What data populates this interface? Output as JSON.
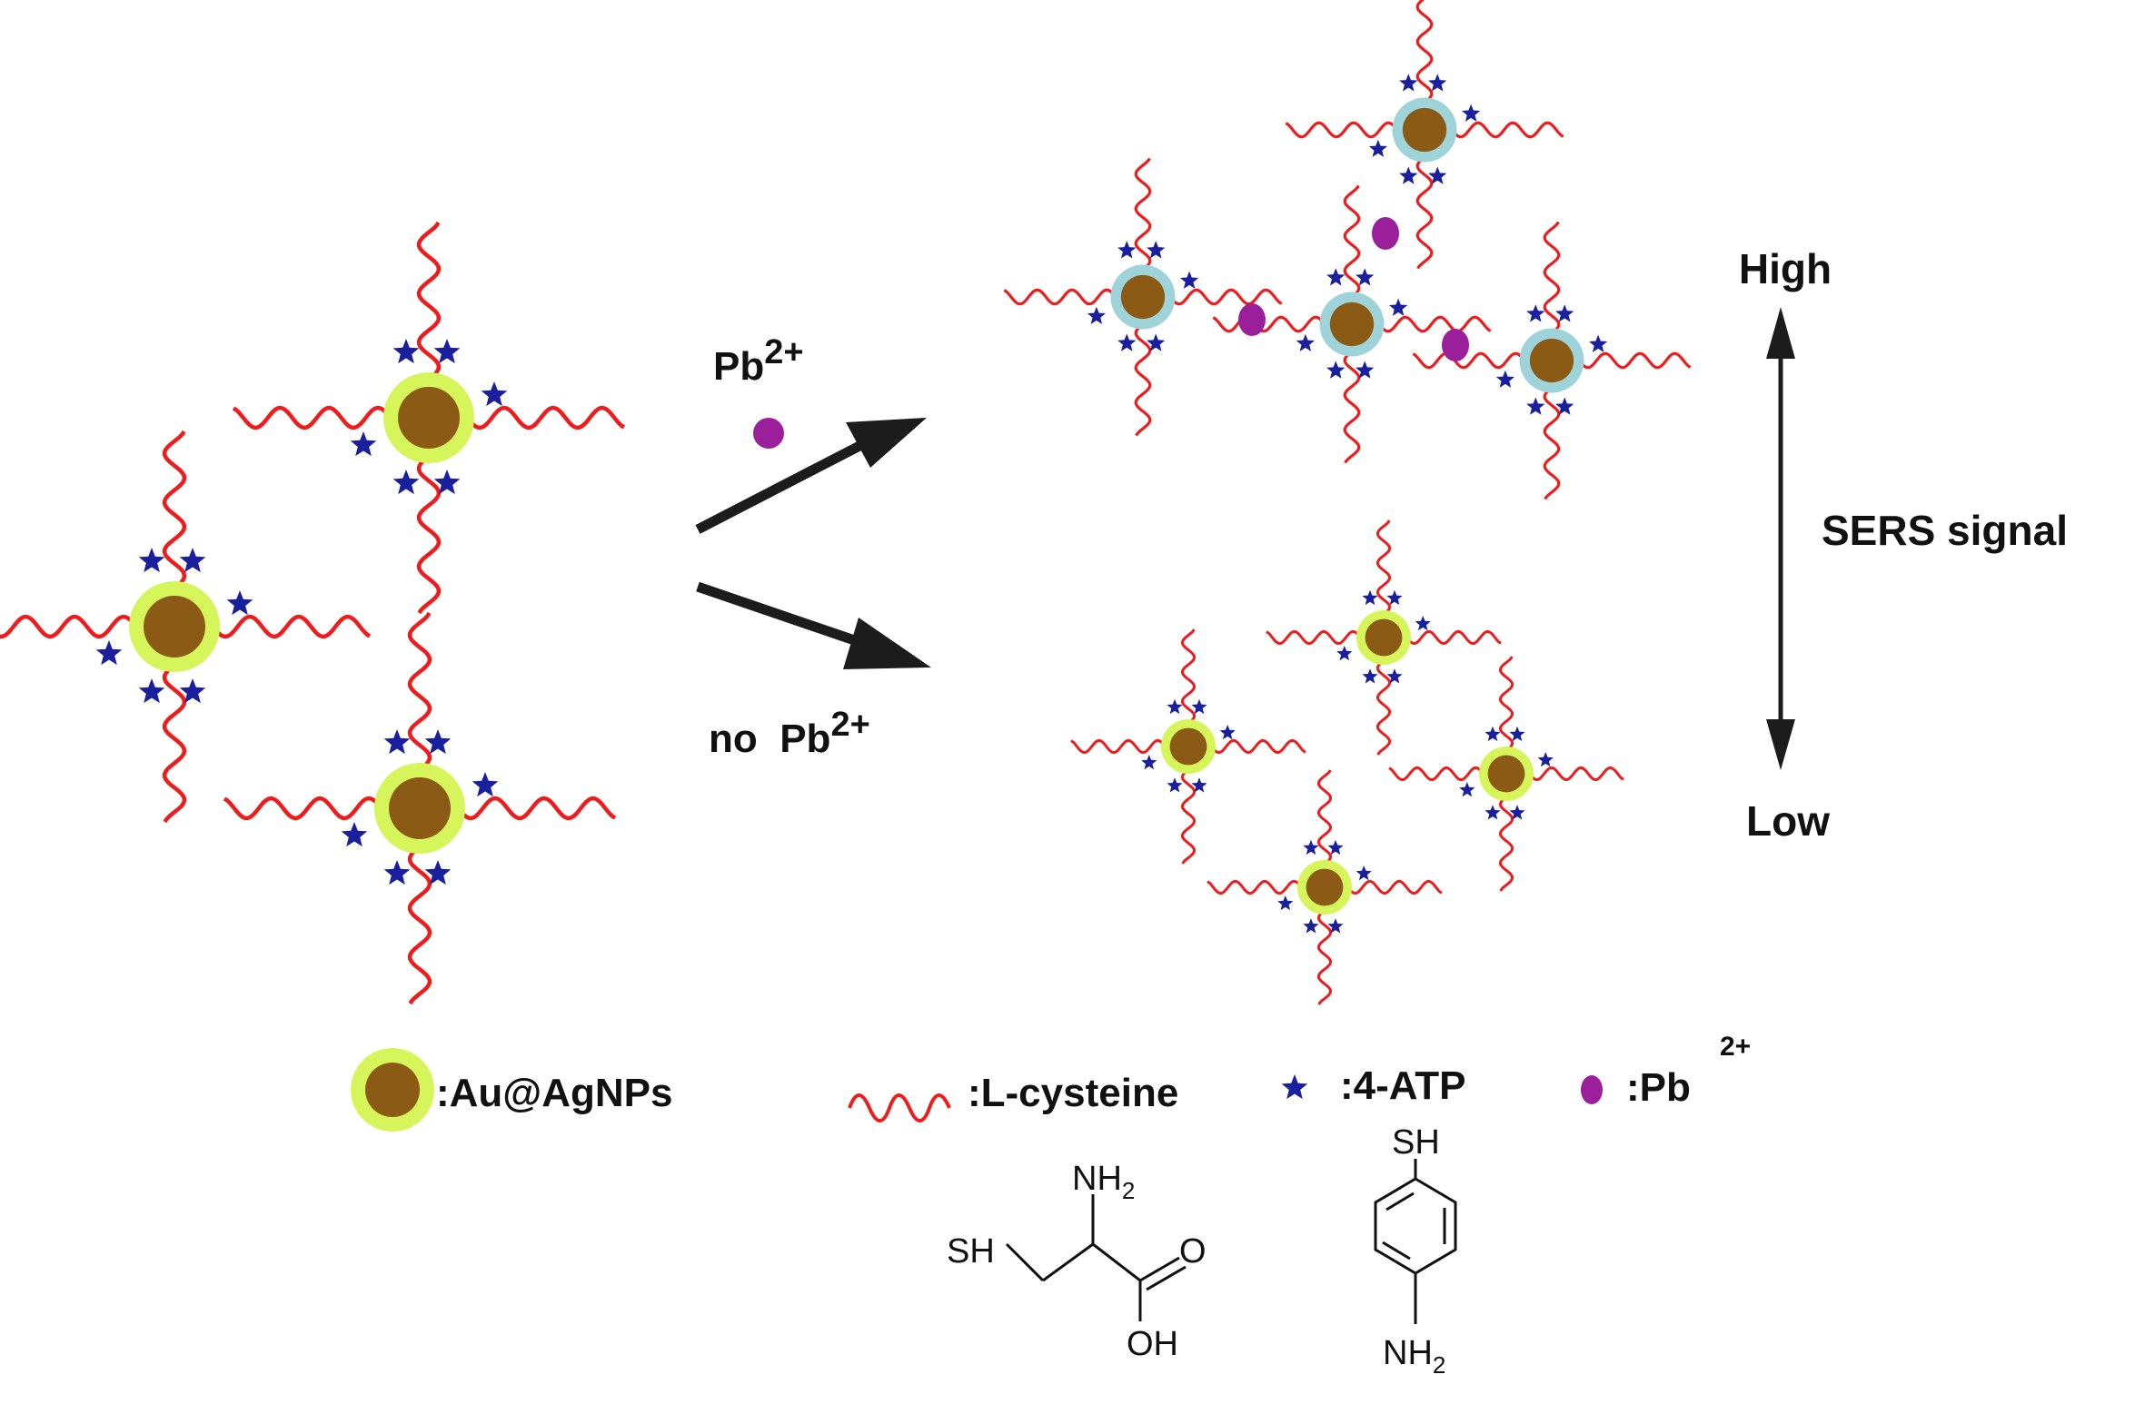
{
  "colors": {
    "core": "#8B5A14",
    "shell_normal": "#D6F55A",
    "shell_aggregated": "#9FD3DA",
    "ligand": "#EE1C1C",
    "star": "#1A1F9E",
    "pb_ion": "#9B1F9B",
    "arrow": "#1c1c1c"
  },
  "reaction": {
    "with_pb": {
      "text": "Pb",
      "superscript": "2+"
    },
    "without_pb": {
      "text": "no  Pb",
      "superscript": "2+"
    }
  },
  "signal": {
    "high": "High",
    "low": "Low",
    "axis_label": "SERS signal"
  },
  "legend": {
    "nanoparticle": ":Au@AgNPs",
    "ligand": ":L-cysteine",
    "reporter": ":4-ATP",
    "ion": ":Pb",
    "ion_superscript": "2+"
  },
  "structures": {
    "cysteine": {
      "sh": "SH",
      "nh": "NH",
      "sub2": "2",
      "o": "O",
      "oh": "OH"
    },
    "atp": {
      "sh": "SH",
      "nh": "NH",
      "sub2": "2"
    }
  }
}
